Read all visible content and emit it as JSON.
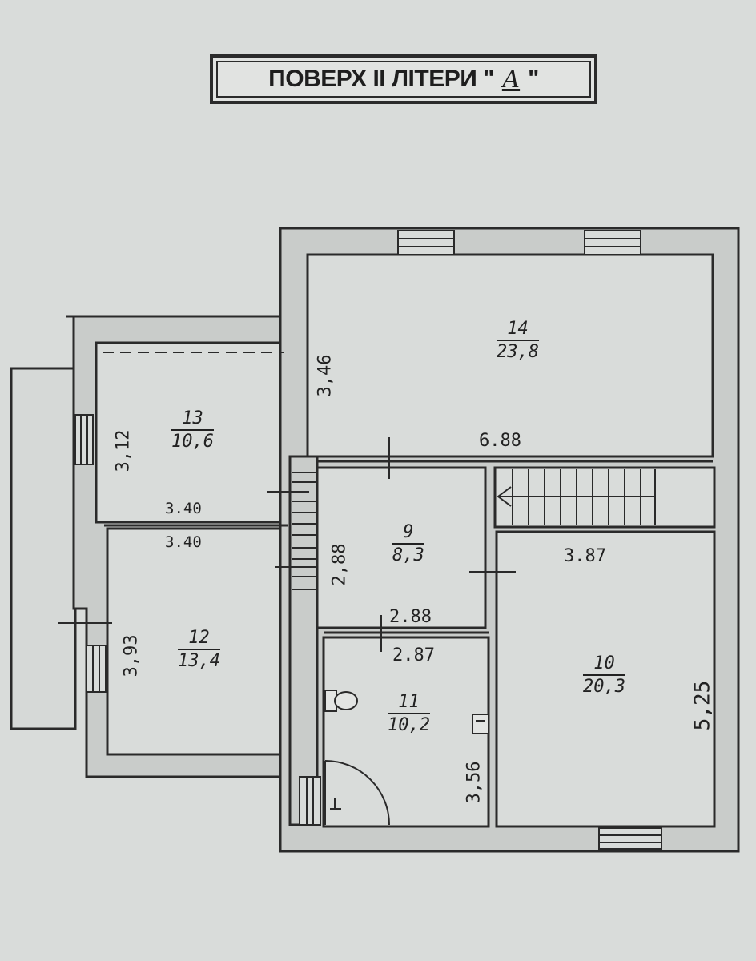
{
  "title": {
    "prefix": "ПОВЕРХ",
    "floor": "II",
    "word": "ЛІТЕРИ",
    "quote_open": "\"",
    "letter": "А",
    "quote_close": "\""
  },
  "rooms": [
    {
      "id": "14",
      "area": "23,8"
    },
    {
      "id": "13",
      "area": "10,6"
    },
    {
      "id": "12",
      "area": "13,4"
    },
    {
      "id": "9",
      "area": "8,3"
    },
    {
      "id": "11",
      "area": "10,2"
    },
    {
      "id": "10",
      "area": "20,3"
    }
  ],
  "dimensions": {
    "d_346": "3,46",
    "d_688": "6.88",
    "d_312": "3,12",
    "d_340a": "3.40",
    "d_340b": "3.40",
    "d_288v": "2,88",
    "d_387": "3.87",
    "d_288h": "2.88",
    "d_287": "2.87",
    "d_393": "3,93",
    "d_356": "3,56",
    "d_525": "5,25"
  },
  "colors": {
    "wall": "#2a2a2a",
    "wall_fill": "#c9ccca",
    "paper": "#d9dcda"
  }
}
